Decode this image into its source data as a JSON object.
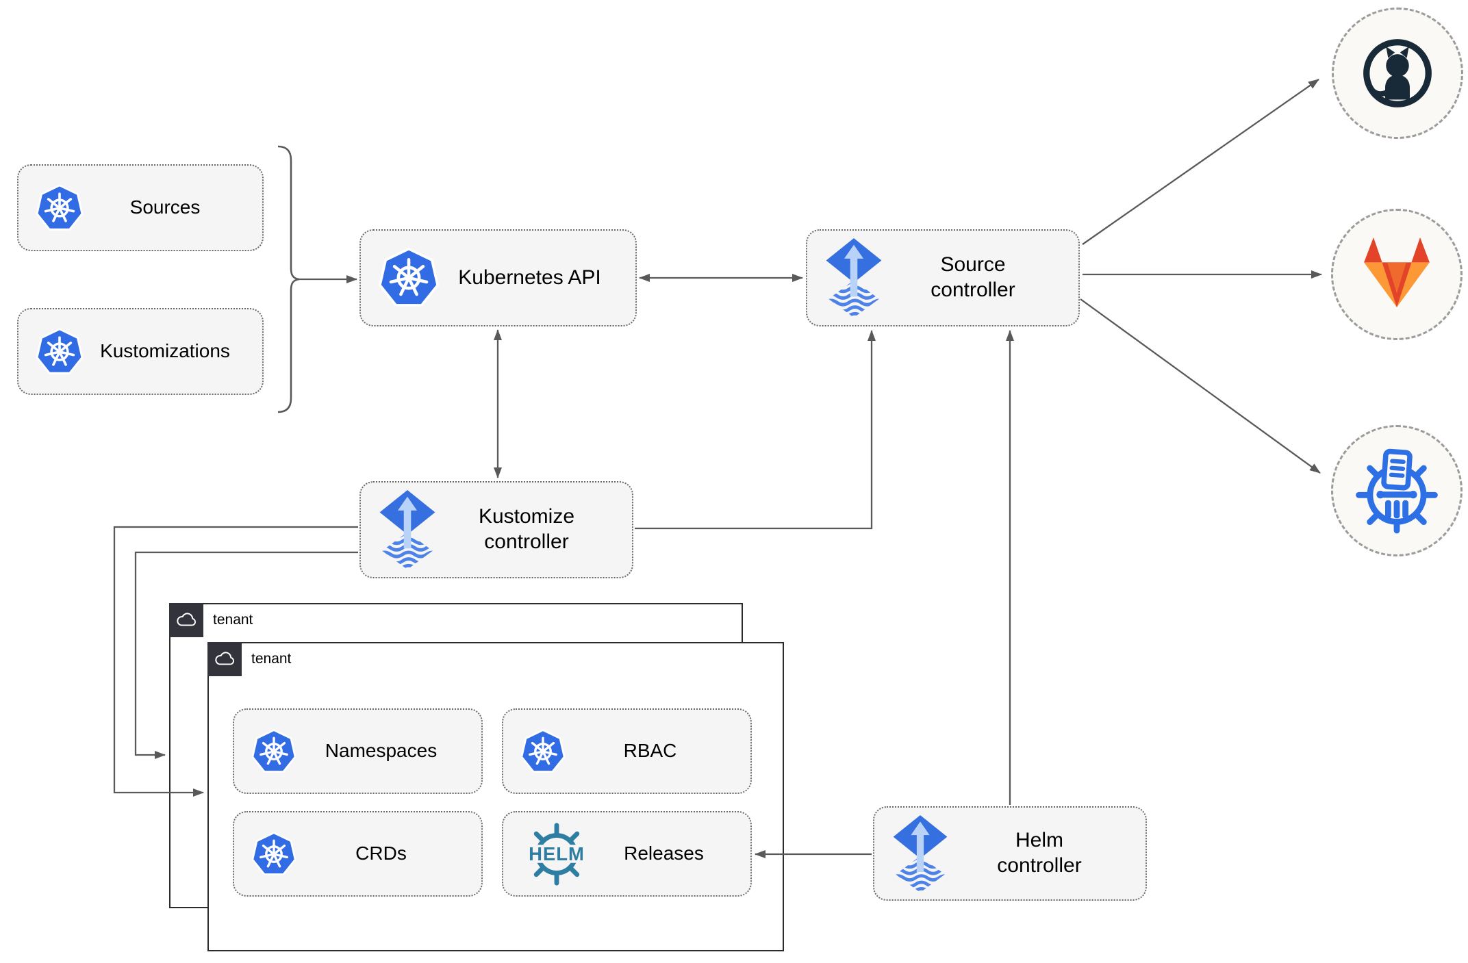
{
  "nodes": {
    "sources": {
      "label": "Sources",
      "icon": "kubernetes-icon"
    },
    "kustomizations": {
      "label": "Kustomizations",
      "icon": "kubernetes-icon"
    },
    "kubernetes_api": {
      "label": "Kubernetes API",
      "icon": "kubernetes-icon"
    },
    "source_controller": {
      "line1": "Source",
      "line2": "controller",
      "icon": "flux-icon"
    },
    "kustomize_controller": {
      "line1": "Kustomize",
      "line2": "controller",
      "icon": "flux-icon"
    },
    "helm_controller": {
      "line1": "Helm",
      "line2": "controller",
      "icon": "flux-icon"
    },
    "namespaces": {
      "label": "Namespaces",
      "icon": "kubernetes-icon"
    },
    "rbac": {
      "label": "RBAC",
      "icon": "kubernetes-icon"
    },
    "crds": {
      "label": "CRDs",
      "icon": "kubernetes-icon"
    },
    "releases": {
      "label": "Releases",
      "icon": "helm-wheel-icon",
      "logo_text": "HELM"
    }
  },
  "tenants": {
    "outer": {
      "label": "tenant",
      "icon": "cloud-icon"
    },
    "inner": {
      "label": "tenant",
      "icon": "cloud-icon"
    }
  },
  "endpoints": {
    "github": {
      "icon": "github-icon"
    },
    "gitlab": {
      "icon": "gitlab-icon"
    },
    "chartmuseum": {
      "icon": "chartmuseum-icon"
    }
  },
  "colors": {
    "node_fill": "#f5f5f5",
    "node_border": "#6a6a6a",
    "connector": "#595959",
    "kubernetes_blue": "#326ce5",
    "flux_blue": "#356fe0",
    "flux_arrow_light": "#b9d2f7",
    "flux_waves": "#4d82e8",
    "helm_teal": "#2e7da3",
    "chartmuseum_blue": "#2d6fe4",
    "github_dark": "#182a38",
    "gitlab_red": "#e24329",
    "gitlab_orange": "#f06a2e",
    "gitlab_light_orange": "#fc9836",
    "tenant_border": "#2b2b2b",
    "tenant_badge": "#33333b",
    "endpoint_circle_border": "#9c9c9c"
  }
}
